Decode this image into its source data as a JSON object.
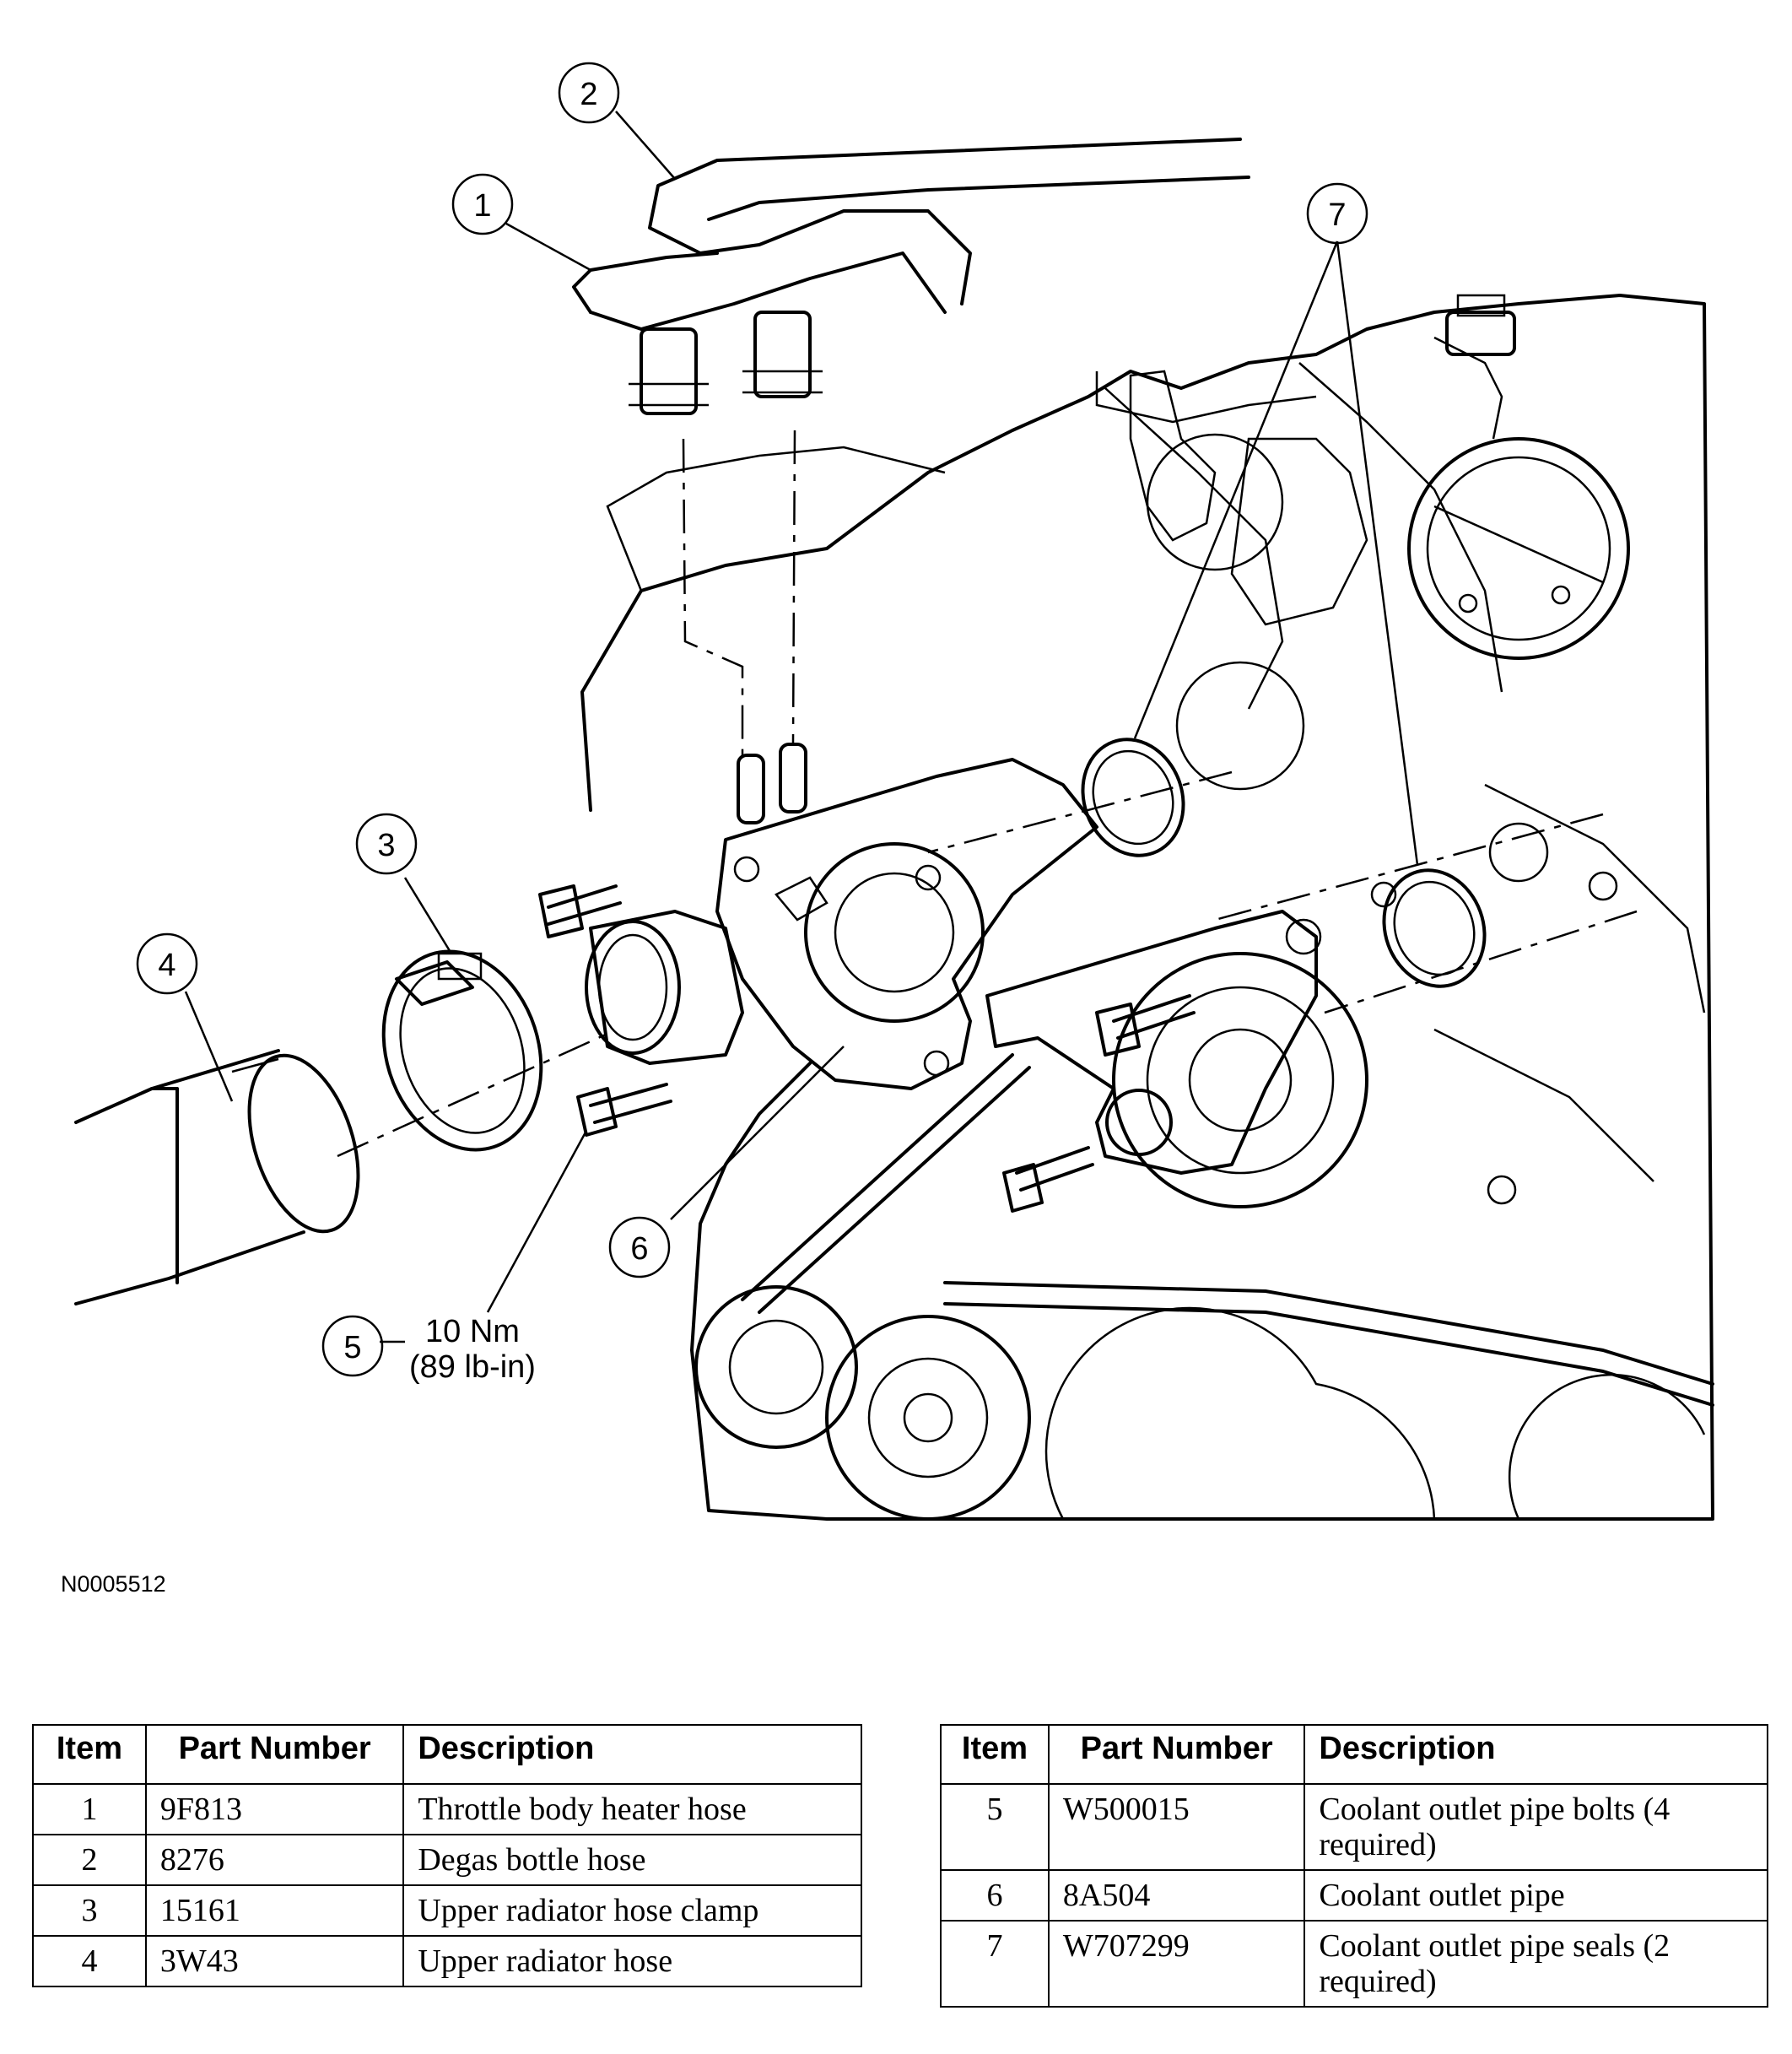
{
  "figure": {
    "callouts": [
      "1",
      "2",
      "3",
      "4",
      "5",
      "6",
      "7"
    ],
    "torque_spec": {
      "nm": "10 Nm",
      "lbin": "(89 lb-in)"
    },
    "figure_id": "N0005512"
  },
  "table_headers": {
    "item": "Item",
    "part_number": "Part Number",
    "description": "Description"
  },
  "parts_left": [
    {
      "item": "1",
      "part_number": "9F813",
      "description": "Throttle body heater hose"
    },
    {
      "item": "2",
      "part_number": "8276",
      "description": "Degas bottle hose"
    },
    {
      "item": "3",
      "part_number": "15161",
      "description": "Upper radiator hose clamp"
    },
    {
      "item": "4",
      "part_number": "3W43",
      "description": "Upper radiator hose"
    }
  ],
  "parts_right": [
    {
      "item": "5",
      "part_number": "W500015",
      "description": "Coolant outlet pipe bolts (4 required)"
    },
    {
      "item": "6",
      "part_number": "8A504",
      "description": "Coolant outlet pipe"
    },
    {
      "item": "7",
      "part_number": "W707299",
      "description": "Coolant outlet pipe seals (2 required)"
    }
  ]
}
